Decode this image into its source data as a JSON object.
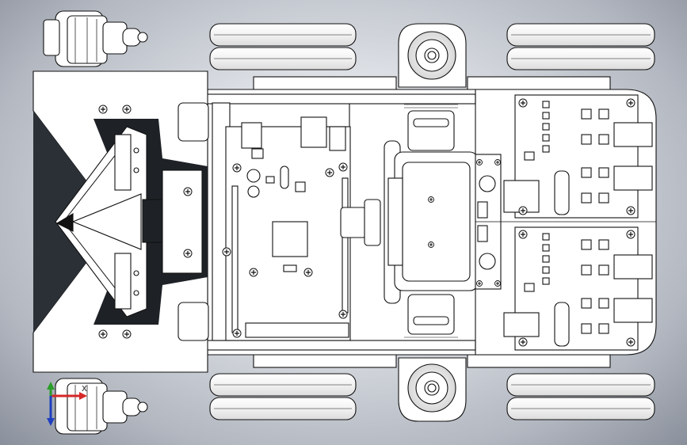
{
  "scene": {
    "type": "cad-assembly-view",
    "view": "top",
    "background_style": "radial-gradient",
    "colors": {
      "background_center": "#f4f5f7",
      "background_edge": "#8a909b",
      "part_fill": "#ffffff",
      "outline": "#111111",
      "shadow": "#1e2227",
      "axis_x": "#d62828",
      "axis_y": "#2a9d2a",
      "axis_z": "#1f3fbf"
    }
  },
  "model_parts": [
    {
      "name": "chassis-plate"
    },
    {
      "name": "front-bumper"
    },
    {
      "name": "wheel-front-left"
    },
    {
      "name": "wheel-front-right"
    },
    {
      "name": "wheel-rear-left"
    },
    {
      "name": "wheel-rear-right"
    },
    {
      "name": "caster-top"
    },
    {
      "name": "caster-bottom"
    },
    {
      "name": "controller-board"
    },
    {
      "name": "servo-bracket"
    },
    {
      "name": "motor-driver-top"
    },
    {
      "name": "motor-driver-bottom"
    },
    {
      "name": "knob-top-left"
    },
    {
      "name": "knob-bottom-left"
    }
  ],
  "triad": {
    "x_label": "X",
    "y_label": "",
    "z_label": ""
  }
}
